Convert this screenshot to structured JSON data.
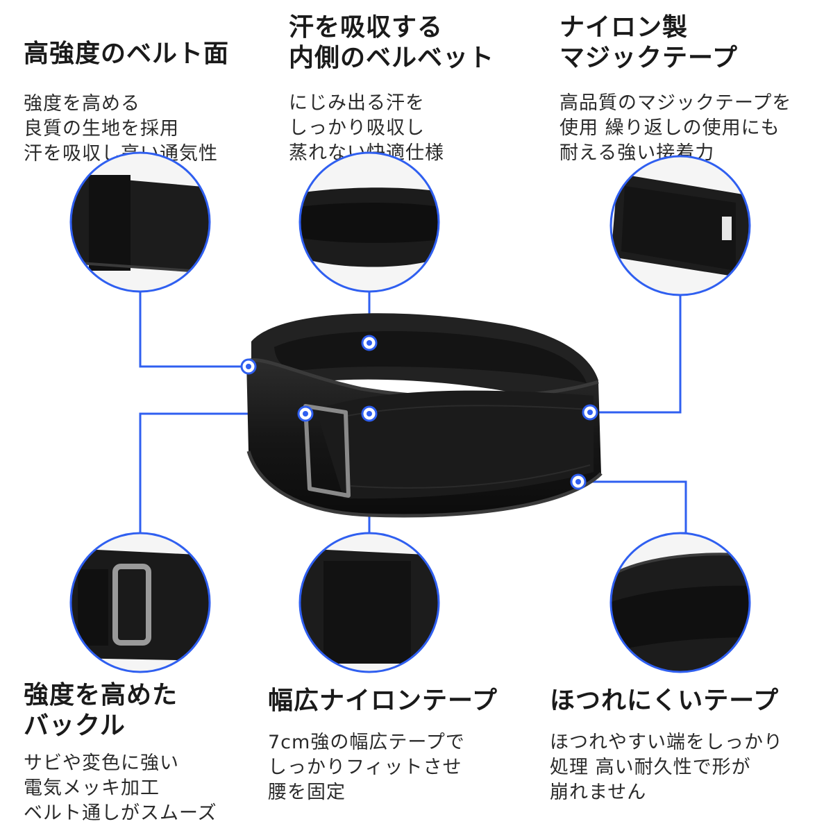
{
  "accent_color": "#2f5ff0",
  "features": [
    {
      "title": "高強度のベルト面",
      "desc": "強度を高める\n良質の生地を採用\n汗を吸収し高い通気性"
    },
    {
      "title": "汗を吸収する\n内側のベルベット",
      "desc": "にじみ出る汗を\nしっかり吸収し\n蒸れない快適仕様"
    },
    {
      "title": "ナイロン製\nマジックテープ",
      "desc": "高品質のマジックテープを\n使用 繰り返しの使用にも\n耐える強い接着力"
    },
    {
      "title": "強度を高めた\nバックル",
      "desc": "サビや変色に強い\n電気メッキ加工\nベルト通しがスムーズ"
    },
    {
      "title": "幅広ナイロンテープ",
      "desc": "7cm強の幅広テープで\nしっかりフィットさせ\n腰を固定"
    },
    {
      "title": "ほつれにくいテープ",
      "desc": "ほつれやすい端をしっかり\n処理 高い耐久性で形が\n崩れません"
    }
  ],
  "icons": {
    "marker": "target-dot-icon",
    "belt": "lifting-belt-icon"
  }
}
